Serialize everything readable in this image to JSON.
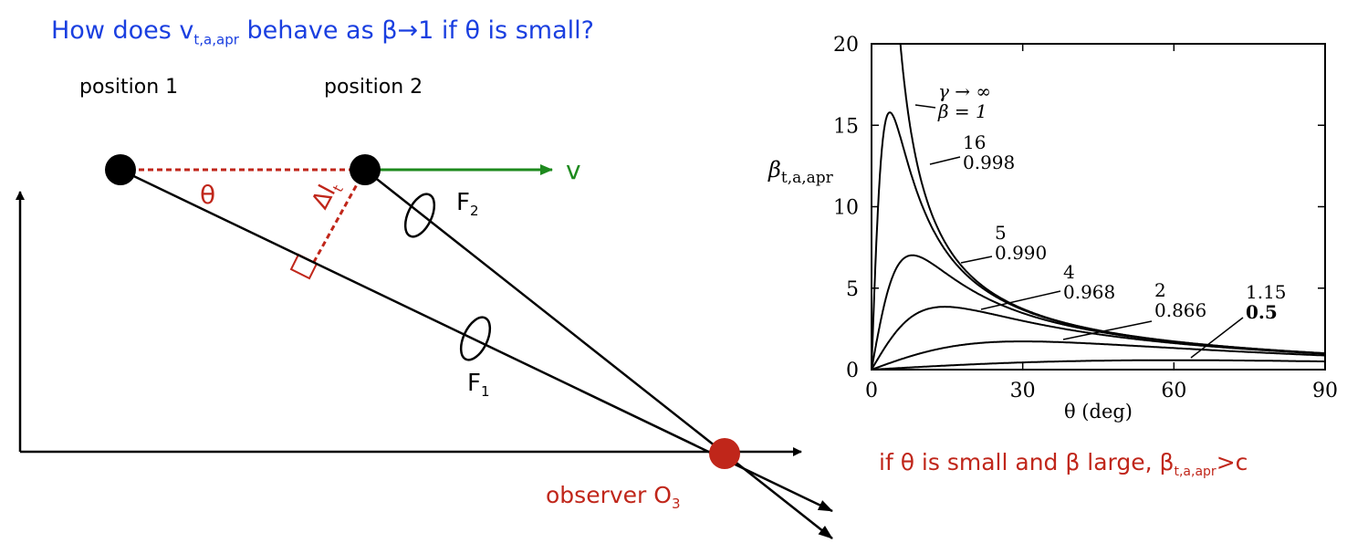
{
  "title": {
    "prefix": "How does v",
    "sub": "t,a,apr",
    "suffix": " behave as β→1 if θ is small?"
  },
  "diagram": {
    "position1": "position 1",
    "position2": "position 2",
    "theta": "θ",
    "delta": "Δl",
    "delta_sub": "t",
    "v": "v",
    "f1": "F",
    "f1_sub": "1",
    "f2": "F",
    "f2_sub": "2",
    "observer": "observer O",
    "observer_sub": "3",
    "colors": {
      "red": "#c0261a",
      "green": "#1e8a1e",
      "black": "#000000",
      "blue": "#1a3fe0"
    }
  },
  "chart_data": {
    "type": "line",
    "xlabel": "θ (deg)",
    "ylabel": "β",
    "ylabel_sub": "t,a,apr",
    "xlim": [
      0,
      90
    ],
    "ylim": [
      0,
      20
    ],
    "xticks": [
      "0",
      "30",
      "60",
      "90"
    ],
    "yticks": [
      "0",
      "5",
      "10",
      "15",
      "20"
    ],
    "annotations": [
      {
        "l1": "γ → ∞",
        "l2": "β = 1"
      },
      {
        "l1": "16",
        "l2": "0.998"
      },
      {
        "l1": "5",
        "l2": "0.990"
      },
      {
        "l1": "4",
        "l2": "0.968"
      },
      {
        "l1": "2",
        "l2": "0.866"
      },
      {
        "l1": "1.15",
        "l2": "0.5"
      }
    ],
    "series": [
      {
        "beta": 1.0
      },
      {
        "beta": 0.998
      },
      {
        "beta": 0.99
      },
      {
        "beta": 0.968
      },
      {
        "beta": 0.866
      },
      {
        "beta": 0.5
      }
    ]
  },
  "note": {
    "prefix": "if θ is small and β large, β",
    "sub": "t,a,apr",
    "suffix": ">c"
  }
}
